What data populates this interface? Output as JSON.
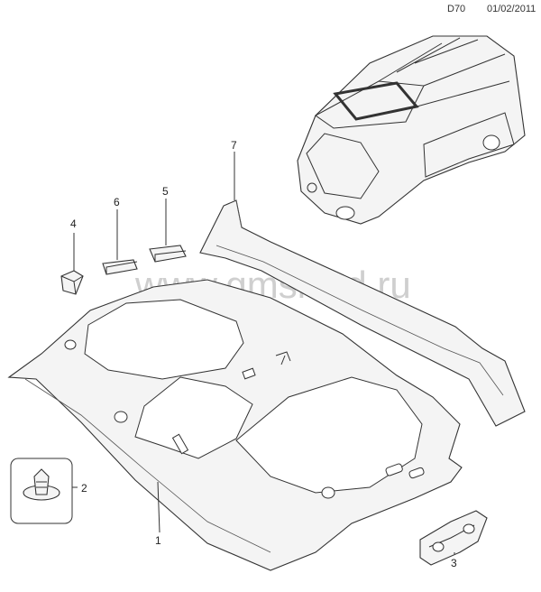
{
  "header": {
    "code": "D70",
    "date": "01/02/2011"
  },
  "watermark": "www.gmsklad.ru",
  "callouts": [
    "1",
    "2",
    "3",
    "4",
    "5",
    "6",
    "7"
  ]
}
